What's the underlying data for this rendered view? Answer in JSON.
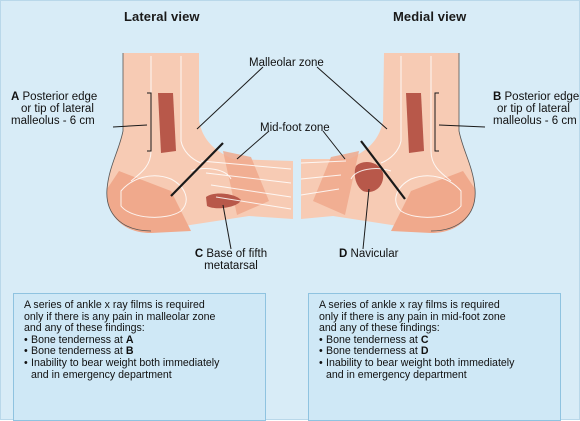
{
  "titles": {
    "lateral": "Lateral view",
    "medial": "Medial view"
  },
  "labels": {
    "malleolar_zone": "Malleolar zone",
    "midfoot_zone": "Mid-foot zone",
    "a_letter": "A",
    "a_line1": " Posterior edge",
    "a_line2": "or tip of lateral",
    "a_line3": "malleolus - 6 cm",
    "b_letter": "B",
    "b_line1": " Posterior edge",
    "b_line2": "or tip of lateral",
    "b_line3": "malleolus - 6 cm",
    "c_letter": "C",
    "c_line1": " Base of fifth",
    "c_line2": "metatarsal",
    "d_letter": "D",
    "d_line1": " Navicular"
  },
  "boxes": {
    "left": {
      "intro1": "A series of ankle x ray films is required",
      "intro2": "only if there is any pain in malleolar zone",
      "intro3": "and any of these findings:",
      "b1_text": "Bone tenderness at ",
      "b1_letter": "A",
      "b2_text": "Bone tenderness at ",
      "b2_letter": "B",
      "b3_line1": "Inability to bear weight both immediately",
      "b3_line2": "and in emergency department"
    },
    "right": {
      "intro1": "A series of ankle x ray films is required",
      "intro2": "only if there is any pain in mid-foot zone",
      "intro3": "and any of these findings:",
      "b1_text": "Bone tenderness at ",
      "b1_letter": "C",
      "b2_text": "Bone tenderness at ",
      "b2_letter": "D",
      "b3_line1": "Inability to bear weight both immediately",
      "b3_line2": "and in emergency department"
    }
  },
  "colors": {
    "background": "#d8ecf7",
    "skin_light": "#f7cbb4",
    "skin_mid": "#f0a98c",
    "bone_zone": "#b8584a",
    "line": "#1a1a1a"
  }
}
